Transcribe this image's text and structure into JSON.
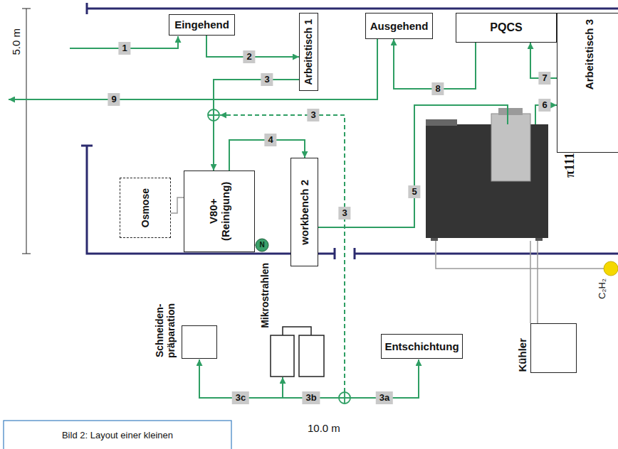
{
  "diagram": {
    "caption": "Bild 2: Layout einer kleinen",
    "nodes": [
      {
        "text": [
          "Eingehend"
        ]
      },
      {
        "text": [
          "Arbeitstisch 1"
        ]
      },
      {
        "text": [
          "Ausgehend"
        ]
      },
      {
        "text": [
          "PQCS"
        ]
      },
      {
        "text": [
          "Arbeitstisch 3"
        ]
      },
      {
        "text": [
          "V80+ (Reinigung)"
        ]
      },
      {
        "text": [
          "Osmose"
        ]
      },
      {
        "text": [
          "workbench 2"
        ]
      },
      {
        "text": [
          "π111"
        ]
      },
      {
        "text": [
          "Schneiden- präparation"
        ]
      },
      {
        "text": [
          "Mikrostrahlen"
        ]
      },
      {
        "text": [
          "Entschichtung"
        ]
      },
      {
        "text": [
          "Kühler"
        ]
      }
    ],
    "edges": [
      {
        "from": 0,
        "to": 1,
        "arrow": "to",
        "label": "2"
      },
      {
        "from": 1,
        "to": 5,
        "arrow": "to",
        "label": "3"
      },
      {
        "from": 5,
        "to": 7,
        "arrow": "to",
        "label": "4"
      },
      {
        "from": 7,
        "to": 8,
        "arrow": "none",
        "label": "5"
      },
      {
        "from": 8,
        "to": 4,
        "arrow": "to",
        "label": "6"
      },
      {
        "from": 4,
        "to": 3,
        "arrow": "to",
        "label": "7"
      },
      {
        "from": 3,
        "to": 2,
        "arrow": "to",
        "label": "8"
      }
    ],
    "labels": [
      "1",
      "9",
      "3",
      "3",
      "3a",
      "3b",
      "3c",
      "N",
      "C₂H₂",
      "5.0 m",
      "10.0 m"
    ]
  }
}
